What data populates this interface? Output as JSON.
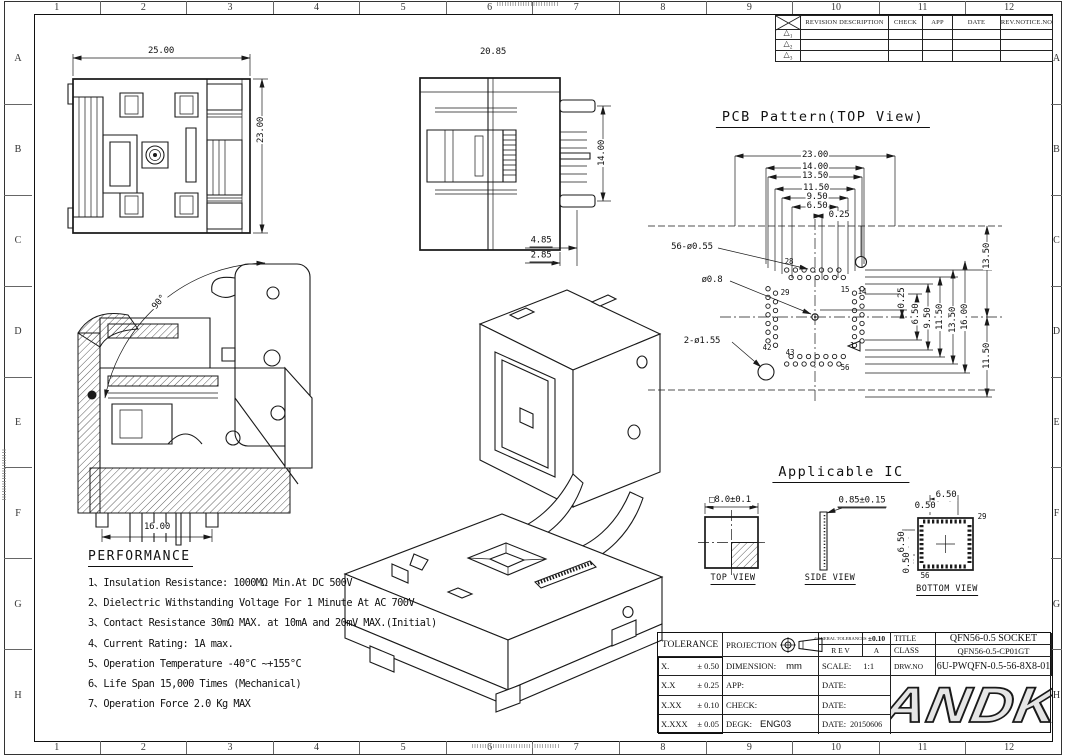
{
  "grid": {
    "cols": [
      "1",
      "2",
      "3",
      "4",
      "5",
      "6",
      "7",
      "8",
      "9",
      "10",
      "11",
      "12"
    ],
    "rows": [
      "A",
      "B",
      "C",
      "D",
      "E",
      "F",
      "G",
      "H"
    ]
  },
  "revision": {
    "headers": [
      "REVISION DESCRIPTION",
      "CHECK",
      "APP",
      "DATE",
      "REV.NOTICE.NO"
    ],
    "rows": [
      "1",
      "2",
      "3"
    ]
  },
  "view_top": {
    "width": "25.00",
    "height": "23.00"
  },
  "view_side": {
    "width": "20.85",
    "pin_row_span": "14.00",
    "pin_offset_a": "4.85",
    "pin_offset_b": "2.85"
  },
  "view_section": {
    "open_angle": "90°",
    "pin_span": "16.00"
  },
  "pcb": {
    "title": "PCB Pattern(TOP View)",
    "dims_top": [
      "23.00",
      "14.00",
      "13.50",
      "11.50",
      "9.50",
      "6.50",
      "0.25"
    ],
    "dims_right_inner": [
      "0.25",
      "6.50",
      "9.50",
      "11.50",
      "13.50",
      "16.00"
    ],
    "dims_right_outer": [
      "13.50",
      "11.50"
    ],
    "callout_pad": "56-ø0.55",
    "callout_center": "ø0.8",
    "callout_holes": "2-ø1.55",
    "pins": [
      "28",
      "29",
      "15",
      "14",
      "42",
      "43",
      "1",
      "56"
    ]
  },
  "ic": {
    "title": "Applicable IC",
    "top": {
      "label": "□8.0±0.1",
      "caption": "TOP VIEW"
    },
    "side": {
      "label": "0.85±0.15",
      "caption": "SIDE VIEW"
    },
    "bottom": {
      "dim_pitch_top": "6.50",
      "dim_offset_top": "0.50",
      "pin_right": "29",
      "dim_pitch_left": "6.50",
      "dim_offset_left": "0.50",
      "pin_bottom": "56",
      "caption": "BOTTOM VIEW"
    }
  },
  "performance": {
    "title": "PERFORMANCE",
    "items": [
      "1、Insulation Resistance: 1000MΩ Min.At DC 500V",
      "2、Dielectric Withstanding Voltage For 1 Minute At AC 700V",
      "3、Contact Resistance 30mΩ MAX. at 10mA and 20mV MAX.(Initial)",
      "4、Current Rating: 1A max.",
      "5、Operation Temperature -40°C ~+155°C",
      "6、Life Span 15,000 Times (Mechanical)",
      "7、Operation Force 2.0 Kg MAX"
    ]
  },
  "title_block": {
    "tolerance_label": "TOLERANCE",
    "tol_rows": [
      {
        "g": "X.",
        "v": "± 0.50"
      },
      {
        "g": "X.X",
        "v": "± 0.25"
      },
      {
        "g": "X.XX",
        "v": "± 0.10"
      },
      {
        "g": "X.XXX",
        "v": "± 0.05"
      }
    ],
    "projection_label": "PROJECTION",
    "general_tol_label": "GENERAL TOLERANCES",
    "general_tol_value": "±0.10",
    "rev_label": "R E V",
    "rev_value": "A",
    "dimension_label": "DIMENSION:",
    "dimension_value": "mm",
    "scale_label": "SCALE:",
    "scale_value": "1:1",
    "app_label": "APP:",
    "check_label": "CHECK:",
    "degk_label": "DEGK:",
    "degk_value": "ENG03",
    "date_label1": "DATE:",
    "date_label2": "DATE:",
    "date_label3": "DATE:",
    "date_value": "20150606",
    "title_label": "TITLE",
    "title_value": "QFN56-0.5 SOCKET",
    "class_label": "CLASS",
    "class_value": "QFN56-0.5-CP01GT",
    "drwno_label": "DRW.NO",
    "drwno_value": "6U-PWQFN-0.5-56-8X8-01",
    "logo": "ANDK"
  },
  "colors": {
    "ink": "#1a1a1a",
    "paper": "#ffffff"
  }
}
